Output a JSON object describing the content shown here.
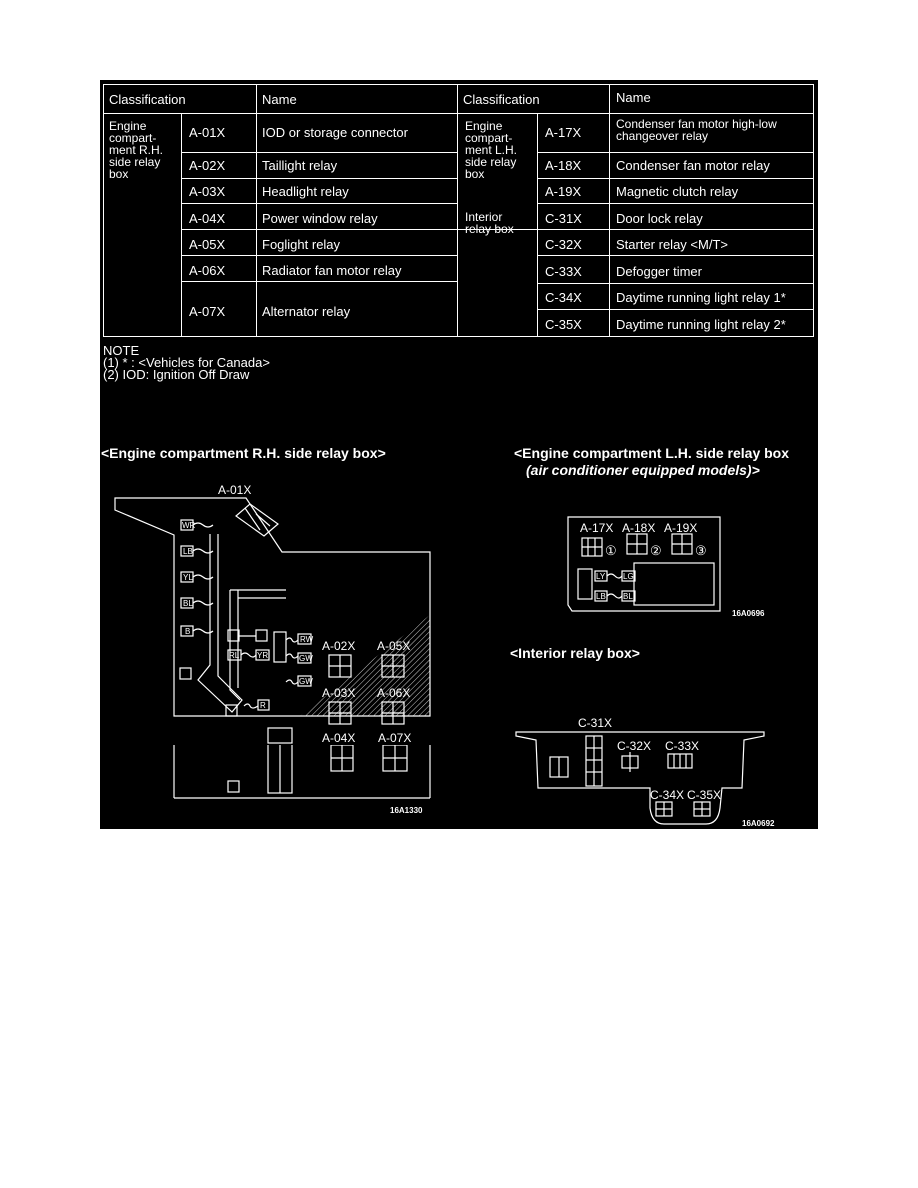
{
  "table": {
    "headers": {
      "classification_left": "Classification",
      "name_left": "Name",
      "classification_right": "Classification",
      "name_right": "Name"
    },
    "groups": {
      "rh": "Engine compart-ment R.H. side relay box",
      "lh": "Engine compart-ment L.H. side relay box",
      "interior": "Interior relay box"
    },
    "left_rows": [
      {
        "code": "A-01X",
        "name": "IOD or storage connector"
      },
      {
        "code": "A-02X",
        "name": "Taillight relay"
      },
      {
        "code": "A-03X",
        "name": "Headlight relay"
      },
      {
        "code": "A-04X",
        "name": "Power window relay"
      },
      {
        "code": "A-05X",
        "name": "Foglight relay"
      },
      {
        "code": "A-06X",
        "name": "Radiator fan motor relay"
      },
      {
        "code": "A-07X",
        "name": "Alternator relay"
      }
    ],
    "right_rows": [
      {
        "code": "A-17X",
        "name": "Condenser fan motor high-low changeover relay"
      },
      {
        "code": "A-18X",
        "name": "Condenser fan motor relay"
      },
      {
        "code": "A-19X",
        "name": "Magnetic clutch relay"
      },
      {
        "code": "C-31X",
        "name": "Door lock relay"
      },
      {
        "code": "C-32X",
        "name": "Starter relay <M/T>"
      },
      {
        "code": "C-33X",
        "name": "Defogger timer"
      },
      {
        "code": "C-34X",
        "name": "Daytime running light relay 1*"
      },
      {
        "code": "C-35X",
        "name": "Daytime running light relay 2*"
      }
    ]
  },
  "note": {
    "title": "NOTE",
    "lines": [
      "(1) * : <Vehicles for Canada>",
      "(2) IOD: Ignition Off Draw"
    ]
  },
  "diagrams": {
    "rh": {
      "title": "<Engine compartment R.H. side relay box>",
      "figure_id": "16A1330",
      "wire_labels": [
        "WR",
        "LB",
        "YL",
        "BL",
        "B",
        "RW",
        "RL",
        "YR",
        "GW",
        "GW",
        "R"
      ],
      "relays": [
        "A-01X",
        "A-02X",
        "A-05X",
        "A-03X",
        "A-06X",
        "A-04X",
        "A-07X"
      ]
    },
    "lh": {
      "title_line1": "<Engine compartment L.H. side relay box",
      "title_line2": "(air conditioner equipped models)>",
      "figure_id": "16A0696",
      "wire_labels": [
        "LY",
        "LG",
        "LB",
        "BL"
      ],
      "relays": [
        "A-17X",
        "A-18X",
        "A-19X"
      ],
      "circled": [
        "①",
        "②",
        "③"
      ]
    },
    "interior": {
      "title": "<Interior relay box>",
      "figure_id": "16A0692",
      "relays": [
        "C-31X",
        "C-32X",
        "C-33X",
        "C-34X",
        "C-35X"
      ]
    }
  },
  "colors": {
    "background": "#000000",
    "foreground": "#ffffff",
    "page": "#ffffff"
  }
}
